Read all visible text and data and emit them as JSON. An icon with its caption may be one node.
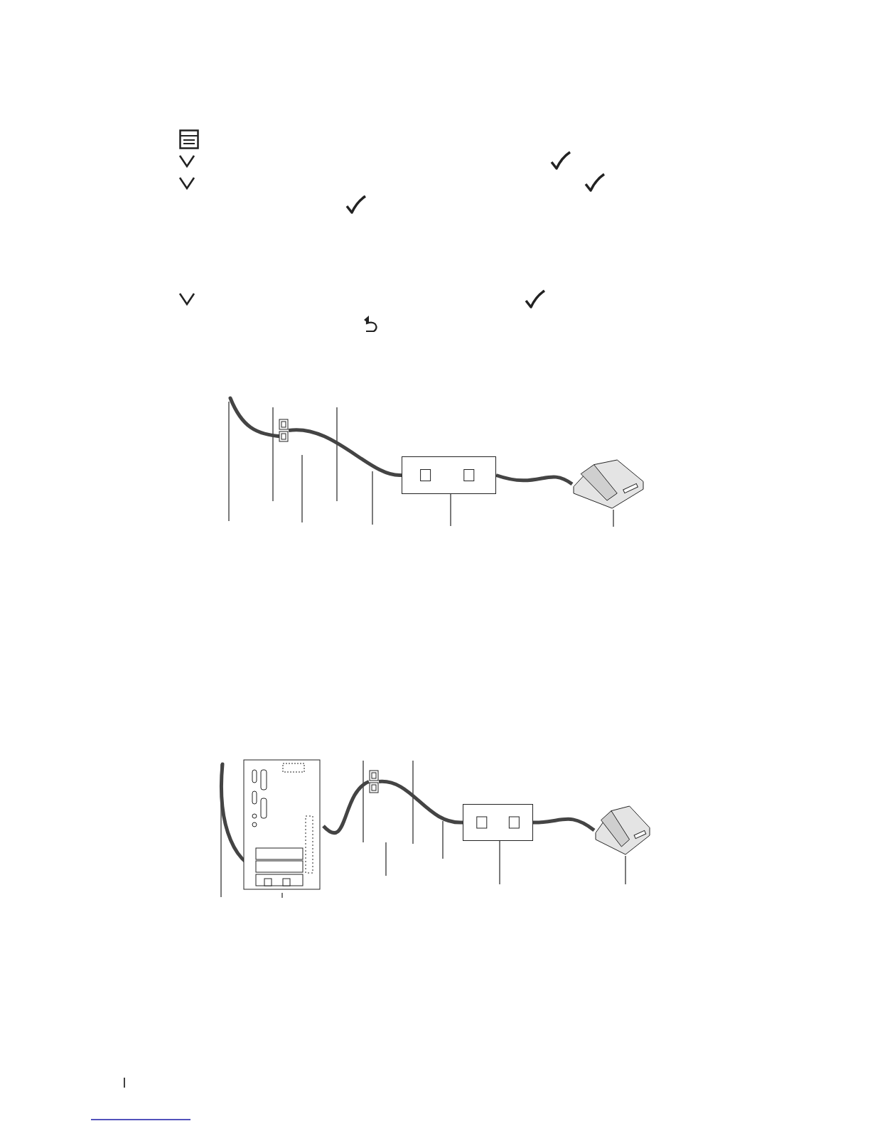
{
  "diagram": {
    "nodes": [
      {
        "text": [],
        "shape": "box"
      },
      {
        "text": [],
        "shape": "box"
      },
      {
        "text": [],
        "shape": "picture"
      },
      {
        "text": [],
        "shape": "picture"
      },
      {
        "text": [],
        "shape": "box"
      },
      {
        "text": [],
        "shape": "box"
      },
      {
        "text": [],
        "shape": "picture"
      }
    ],
    "edges": [
      {
        "from": 0,
        "to": 1,
        "arrow": "none",
        "style": "thick"
      },
      {
        "from": 1,
        "to": 2,
        "arrow": "none",
        "style": "thick"
      },
      {
        "from": 3,
        "to": 4,
        "arrow": "none",
        "style": "thick"
      },
      {
        "from": 4,
        "to": 5,
        "arrow": "none",
        "style": "thick"
      },
      {
        "from": 5,
        "to": 6,
        "arrow": "none",
        "style": "thick"
      },
      {
        "from": null,
        "to": 1,
        "arrow": "none"
      },
      {
        "from": null,
        "to": 2,
        "arrow": "none"
      },
      {
        "from": null,
        "to": 3,
        "arrow": "none"
      },
      {
        "from": null,
        "to": 5,
        "arrow": "none"
      },
      {
        "from": null,
        "to": 6,
        "arrow": "none"
      }
    ]
  }
}
